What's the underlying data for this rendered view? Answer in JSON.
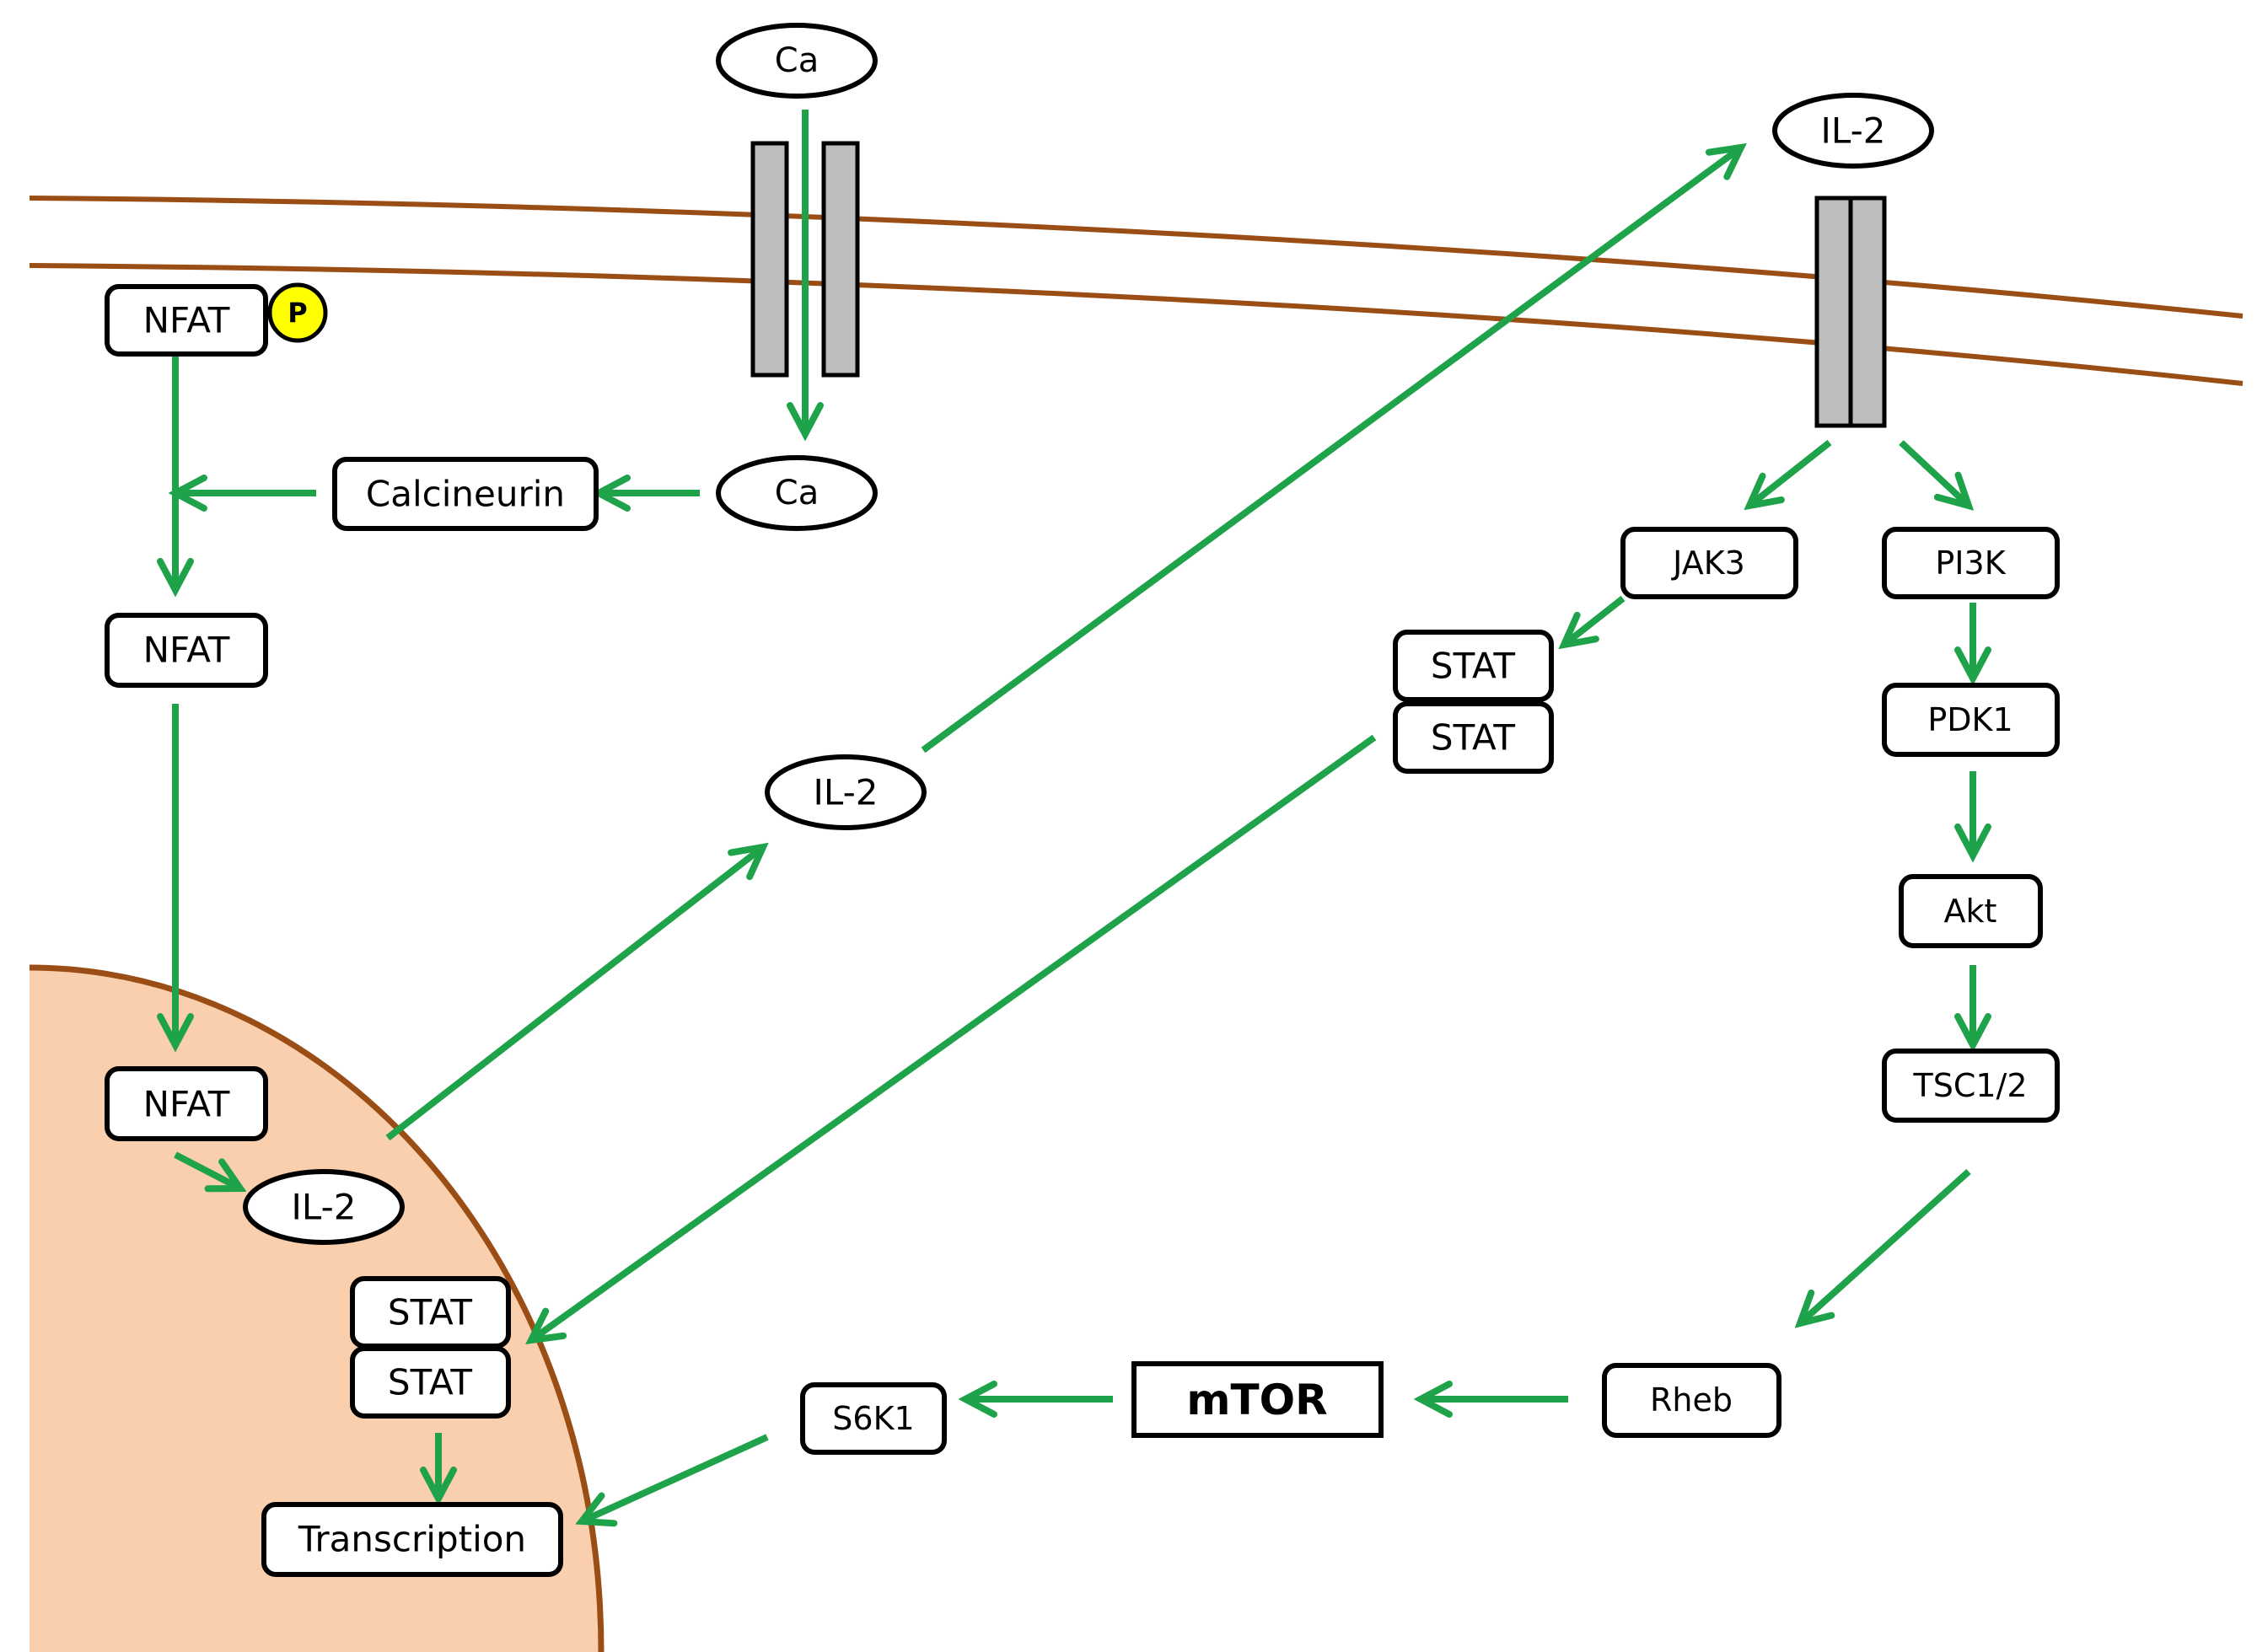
{
  "nodes": {
    "nfat_p": "NFAT",
    "phospho": "P",
    "calcineurin": "Calcineurin",
    "ca_out": "Ca",
    "ca_in": "Ca",
    "nfat_cyto": "NFAT",
    "nfat_nuc": "NFAT",
    "il2_ext": "IL-2",
    "il2_cyto": "IL-2",
    "il2_nuc": "IL-2",
    "jak3": "JAK3",
    "pi3k": "PI3K",
    "stat_cyto_top": "STAT",
    "stat_cyto_bottom": "STAT",
    "pdk1": "PDK1",
    "akt": "Akt",
    "tsc": "TSC1/2",
    "rheb": "Rheb",
    "mtor": "mTOR",
    "s6k1": "S6K1",
    "stat_nuc_top": "STAT",
    "stat_nuc_bottom": "STAT",
    "transcription": "Transcription"
  },
  "colors": {
    "arrow": "#1ea24a",
    "membrane": "#9a4e15",
    "nucleus_fill": "#f9cfae",
    "channel": "#bdbdbd",
    "phospho_fill": "#ffff00"
  }
}
